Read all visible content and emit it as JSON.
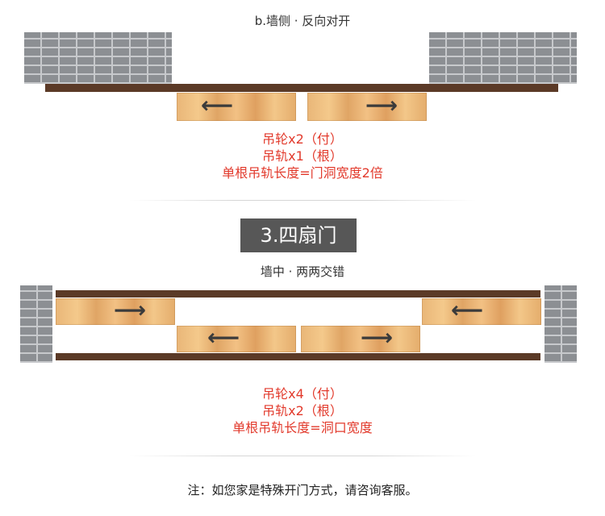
{
  "section_b": {
    "caption": "b.墙侧 · 反向对开",
    "notes": [
      "吊轮x2（付）",
      "吊轨x1（根）",
      "单根吊轨长度=门洞宽度2倍"
    ]
  },
  "section_3": {
    "title": "3.四扇门",
    "caption": "墙中 · 两两交错",
    "notes": [
      "吊轮x4（付）",
      "吊轨x2（根）",
      "单根吊轨长度=洞口宽度"
    ]
  },
  "footer_note": "注：如您家是特殊开门方式，请咨询客服。",
  "arrows": {
    "left": "⟵",
    "right": "⟶"
  },
  "colors": {
    "rail": "#5b3a27",
    "wall": "#8f9296",
    "note_red": "#e23a2c",
    "title_bg": "#575757"
  }
}
